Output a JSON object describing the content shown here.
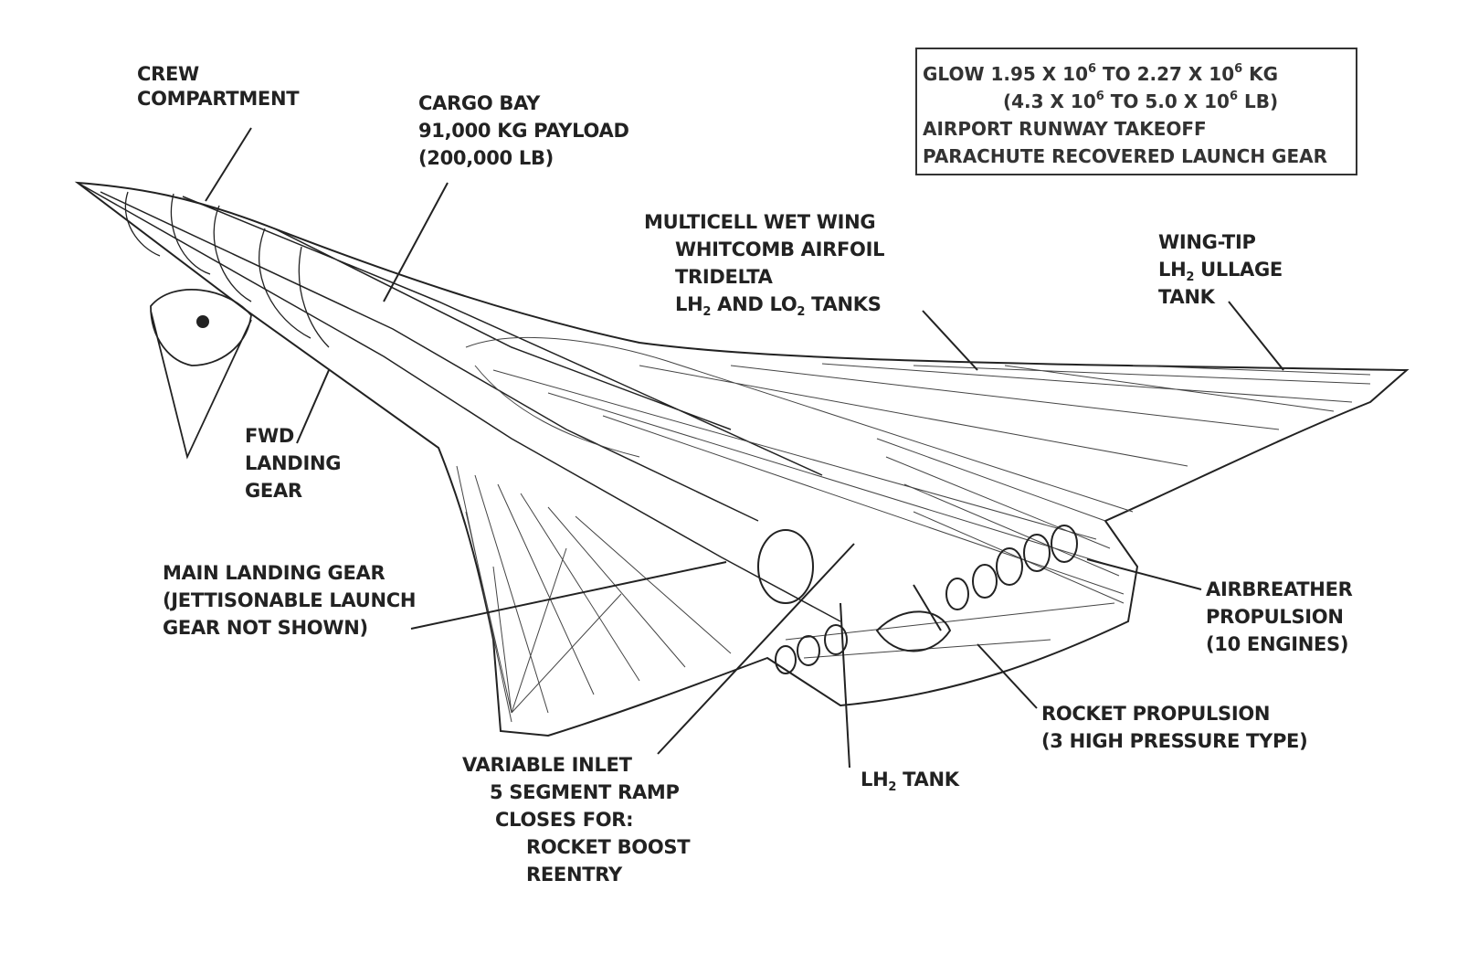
{
  "spec_box": {
    "line1": {
      "a": "GLOW 1.95 X 10",
      "e1": "6",
      "b": " TO 2.27 X 10",
      "e2": "6",
      "c": " KG"
    },
    "line2": {
      "a": "(4.3 X 10",
      "e1": "6",
      "b": " TO 5.0 X 10",
      "e2": "6",
      "c": " LB)"
    },
    "line3": "AIRPORT RUNWAY TAKEOFF",
    "line4": "PARACHUTE RECOVERED LAUNCH GEAR"
  },
  "labels": {
    "crew": [
      "CREW",
      "COMPARTMENT"
    ],
    "cargo": [
      "CARGO BAY",
      "91,000 KG PAYLOAD",
      "(200,000 LB)"
    ],
    "wing": {
      "l1": "MULTICELL WET WING",
      "l2": "WHITCOMB AIRFOIL",
      "l3": "TRIDELTA",
      "l4a": "LH",
      "l4s1": "2",
      "l4b": " AND LO",
      "l4s2": "2",
      "l4c": " TANKS"
    },
    "wingtip": {
      "l1": "WING-TIP",
      "l2a": "LH",
      "l2s": "2",
      "l2b": " ULLAGE",
      "l3": "TANK"
    },
    "fwd_gear": [
      "FWD",
      "LANDING",
      "GEAR"
    ],
    "main_gear": [
      "MAIN LANDING GEAR",
      "(JETTISONABLE LAUNCH",
      "GEAR NOT SHOWN)"
    ],
    "airbreather": [
      "AIRBREATHER",
      "PROPULSION",
      "(10 ENGINES)"
    ],
    "rocket": [
      "ROCKET PROPULSION",
      "(3 HIGH PRESSURE TYPE)"
    ],
    "lh2_tank": {
      "a": "LH",
      "s": "2",
      "b": " TANK"
    },
    "inlet": [
      "VARIABLE INLET",
      "5 SEGMENT RAMP",
      "CLOSES FOR:",
      "ROCKET BOOST",
      "REENTRY"
    ]
  }
}
